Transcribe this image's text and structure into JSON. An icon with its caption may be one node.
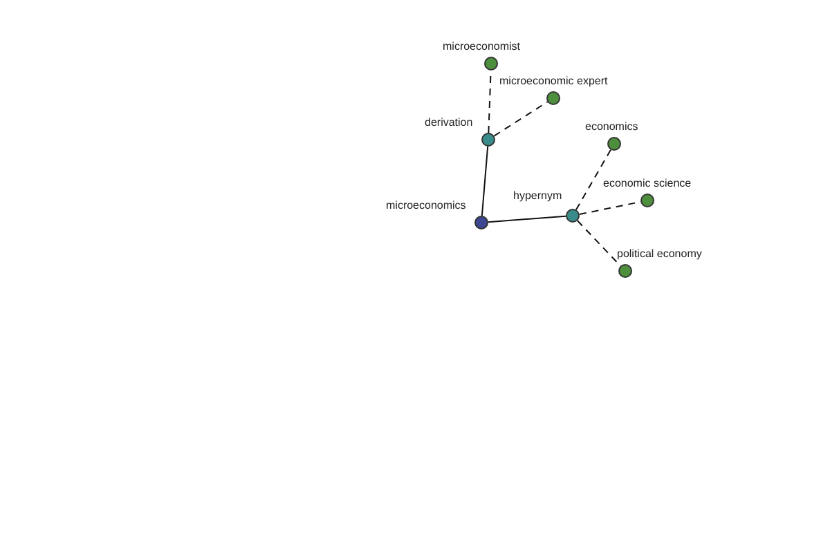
{
  "diagram": {
    "nodes": [
      {
        "text": [
          "microeconomist"
        ]
      },
      {
        "text": [
          "microeconomic expert"
        ]
      },
      {
        "text": [
          "derivation"
        ]
      },
      {
        "text": [
          "economics"
        ]
      },
      {
        "text": [
          "economic science"
        ]
      },
      {
        "text": [
          "microeconomics"
        ]
      },
      {
        "text": [
          "hypernym"
        ]
      },
      {
        "text": [
          "political economy"
        ]
      }
    ],
    "edges": [
      {
        "from": 5,
        "to": 2,
        "arrow": "none"
      },
      {
        "from": 5,
        "to": 6,
        "arrow": "none"
      },
      {
        "from": 2,
        "to": 0,
        "arrow": "none",
        "style": "dashed"
      },
      {
        "from": 2,
        "to": 1,
        "arrow": "none",
        "style": "dashed"
      },
      {
        "from": 6,
        "to": 3,
        "arrow": "none",
        "style": "dashed"
      },
      {
        "from": 6,
        "to": 4,
        "arrow": "none",
        "style": "dashed"
      },
      {
        "from": 6,
        "to": 7,
        "arrow": "none",
        "style": "dashed"
      }
    ]
  }
}
